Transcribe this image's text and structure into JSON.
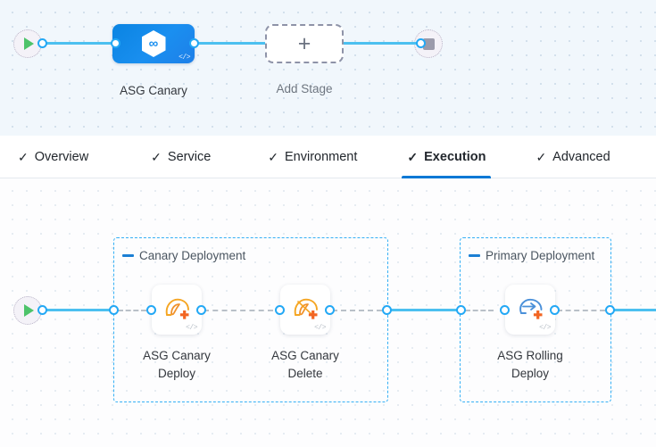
{
  "stage_canvas": {
    "start_node": {
      "name": "start-node",
      "icon": "play-icon"
    },
    "end_node": {
      "name": "end-node",
      "icon": "stop-icon"
    },
    "stage": {
      "label": "ASG Canary",
      "icon": "harness-hexagon-icon",
      "code_glyph": "</>"
    },
    "add_stage": {
      "label": "Add Stage",
      "icon": "plus-icon"
    }
  },
  "tabs": [
    {
      "label": "Overview",
      "check": "✓",
      "active": false
    },
    {
      "label": "Service",
      "check": "✓",
      "active": false
    },
    {
      "label": "Environment",
      "check": "✓",
      "active": false
    },
    {
      "label": "Execution",
      "check": "✓",
      "active": true
    },
    {
      "label": "Advanced",
      "check": "✓",
      "active": false
    }
  ],
  "execution_canvas": {
    "start_node": {
      "name": "execution-start-node",
      "icon": "play-icon"
    },
    "groups": [
      {
        "id": "canary-deployment",
        "label": "Canary Deployment",
        "toggle_icon": "collapse-minus-icon",
        "steps": [
          {
            "id": "asg-canary-deploy",
            "label": "ASG Canary\nDeploy",
            "icon": "asg-canary-deploy-icon",
            "code_glyph": "</>"
          },
          {
            "id": "asg-canary-delete",
            "label": "ASG Canary\nDelete",
            "icon": "asg-canary-delete-icon",
            "code_glyph": "</>"
          }
        ]
      },
      {
        "id": "primary-deployment",
        "label": "Primary Deployment",
        "toggle_icon": "collapse-minus-icon",
        "steps": [
          {
            "id": "asg-rolling-deploy",
            "label": "ASG Rolling\nDeploy",
            "icon": "asg-rolling-deploy-icon",
            "code_glyph": "</>"
          }
        ]
      }
    ]
  },
  "colors": {
    "accent_blue": "#0278d5",
    "link_blue": "#4cc0f0",
    "port_blue": "#23a8f5",
    "group_dash": "#35b0f5",
    "stage_blue": "#1a8ff0",
    "aws_orange": "#f0922b",
    "play_green": "#4dc36a",
    "stop_gray": "#9b9bab"
  }
}
